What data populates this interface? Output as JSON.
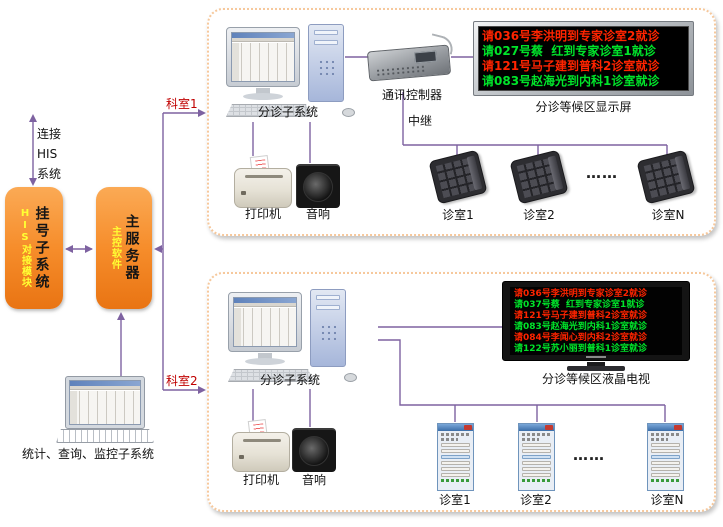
{
  "colors": {
    "line_purple": "#7E62A1",
    "accent_orange": "#F79646",
    "panel_border": "#F6C89C",
    "dept_label_red": "#C00000",
    "led_red": "#FF2400",
    "led_green": "#00E42A"
  },
  "left": {
    "his_link_label": "连接\nHIS\n系统",
    "registration_box": {
      "tag": "HIS对接模块",
      "title": "挂号子系统"
    },
    "server_box": {
      "tag": "主控软件",
      "title": "主服务器"
    },
    "stats_label": "统计、查询、监控子系统"
  },
  "connectors": {
    "dept1": "科室1",
    "dept2": "科室2",
    "relay": "中继"
  },
  "top_panel": {
    "computer_label": "分诊子系统",
    "controller_label": "通讯控制器",
    "display_label": "分诊等候区显示屏",
    "printer_label": "打印机",
    "speaker_label": "音响",
    "ellipsis": "……",
    "led_lines": [
      {
        "text": "请036号李洪明到专家诊室2就诊",
        "color": "red"
      },
      {
        "text": "请027号蔡  红到专家诊室1就诊",
        "color": "green"
      },
      {
        "text": "请121号马子建到普科2诊室就诊",
        "color": "red"
      },
      {
        "text": "请083号赵海光到内科1诊室就诊",
        "color": "green"
      }
    ],
    "rooms": [
      "诊室1",
      "诊室2",
      "诊室N"
    ]
  },
  "bottom_panel": {
    "computer_label": "分诊子系统",
    "tv_label": "分诊等候区液晶电视",
    "printer_label": "打印机",
    "speaker_label": "音响",
    "ellipsis": "……",
    "tv_lines": [
      {
        "text": "请036号李洪明到专家诊室2就诊",
        "color": "red"
      },
      {
        "text": "请037号蔡  红到专家诊室1就诊",
        "color": "green"
      },
      {
        "text": "请121号马子建到普科2诊室就诊",
        "color": "red"
      },
      {
        "text": "请083号赵海光到内科1诊室就诊",
        "color": "green"
      },
      {
        "text": "请084号李闻心到内科2诊室就诊",
        "color": "red"
      },
      {
        "text": "请122号苏小丽到普科1诊室就诊",
        "color": "green"
      }
    ],
    "rooms": [
      "诊室1",
      "诊室2",
      "诊室N"
    ]
  }
}
